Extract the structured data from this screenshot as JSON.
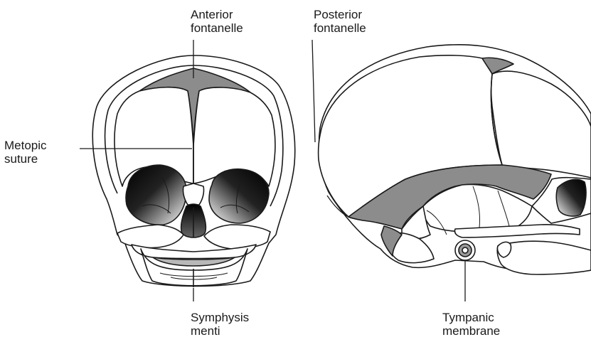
{
  "labels": {
    "anterior_fontanelle": [
      "Anterior",
      "fontanelle"
    ],
    "posterior_fontanelle": [
      "Posterior",
      "fontanelle"
    ],
    "metopic_suture": [
      "Metopic",
      "suture"
    ],
    "symphysis_menti": [
      "Symphysis",
      "menti"
    ],
    "tympanic_membrane": [
      "Tympanic",
      "membrane"
    ]
  },
  "colors": {
    "outline": "#1a1a1a",
    "fontanelle_fill": "#8c8c8c",
    "bone_fill": "#ffffff",
    "orbit_dark": "#111111"
  }
}
